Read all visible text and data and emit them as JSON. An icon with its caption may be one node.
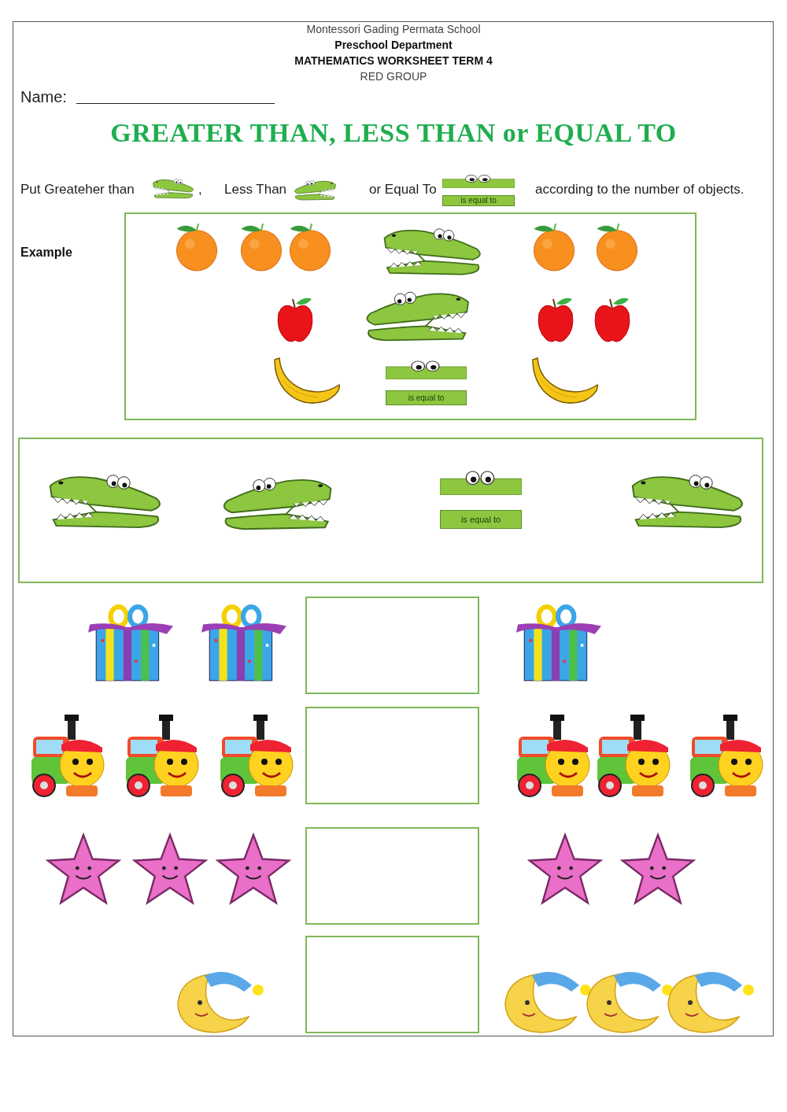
{
  "diagram": {
    "title": "GREATER THAN, LESS THAN or EQUAL TO",
    "nodes": [
      {
        "text": [
          "is equal to"
        ]
      },
      {
        "text": [],
        "shape": "box"
      },
      {
        "text": [
          "is equal to"
        ],
        "in": 1
      },
      {
        "text": [],
        "shape": "box"
      },
      {
        "text": [
          "is equal to"
        ],
        "in": 3
      },
      {
        "text": [],
        "shape": "box"
      },
      {
        "text": [],
        "shape": "box"
      },
      {
        "text": [],
        "shape": "box"
      },
      {
        "text": [],
        "shape": "box"
      }
    ],
    "labels": [
      "Montessori Gading Permata School",
      "Preschool Department",
      "MATHEMATICS WORKSHEET TERM 4",
      "RED GROUP",
      "Name:",
      "Put  Greateher than",
      ",",
      "Less Than",
      "or Equal To",
      "according to the number of objects.",
      "Example"
    ]
  }
}
